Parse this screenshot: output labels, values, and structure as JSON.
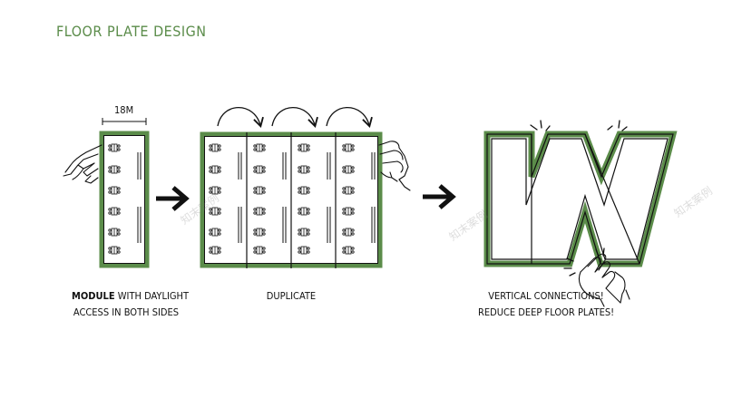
{
  "title": "FLOOR PLATE DESIGN",
  "dimension_label": "18M",
  "caption_module": {
    "bold": "MODULE",
    "line1_rest": " WITH DAYLIGHT",
    "line2": "ACCESS IN BOTH SIDES"
  },
  "caption_duplicate": "DUPLICATE",
  "caption_vertical": {
    "line1": "VERTICAL CONNECTIONS!",
    "line2": "REDUCE DEEP FLOOR PLATES!"
  },
  "watermark": "知末案例",
  "colors": {
    "accent_green": "#5b8c4a",
    "stroke": "#111111"
  }
}
